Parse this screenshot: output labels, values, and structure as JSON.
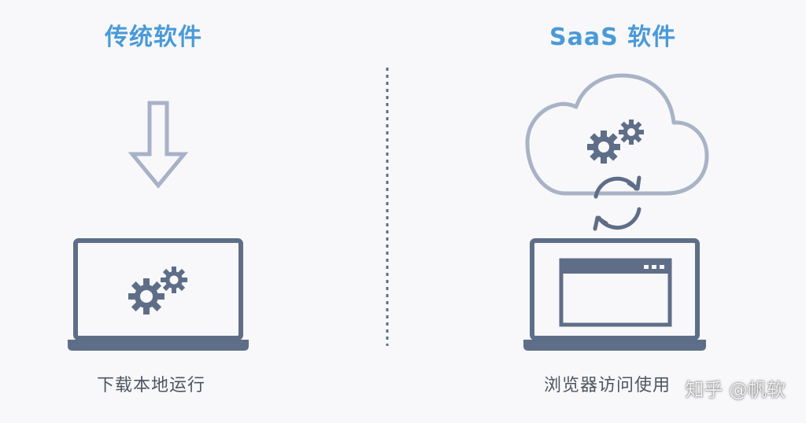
{
  "left_panel": {
    "title": "传统软件",
    "caption": "下载本地运行",
    "icons": [
      "download-arrow-icon",
      "laptop-icon",
      "gears-icon"
    ]
  },
  "right_panel": {
    "title": "SaaS 软件",
    "caption": "浏览器访问使用",
    "icons": [
      "cloud-icon",
      "gears-icon",
      "sync-arrows-icon",
      "laptop-icon",
      "browser-window-icon"
    ]
  },
  "watermark": "知乎 @帆软",
  "colors": {
    "title": "#4a9ad8",
    "icon_stroke": "#5e6e88",
    "arrow_stroke": "#a7b2c8",
    "cloud_stroke": "#a9b3c7",
    "caption": "#4f5660",
    "background": "#f8f8fa"
  }
}
